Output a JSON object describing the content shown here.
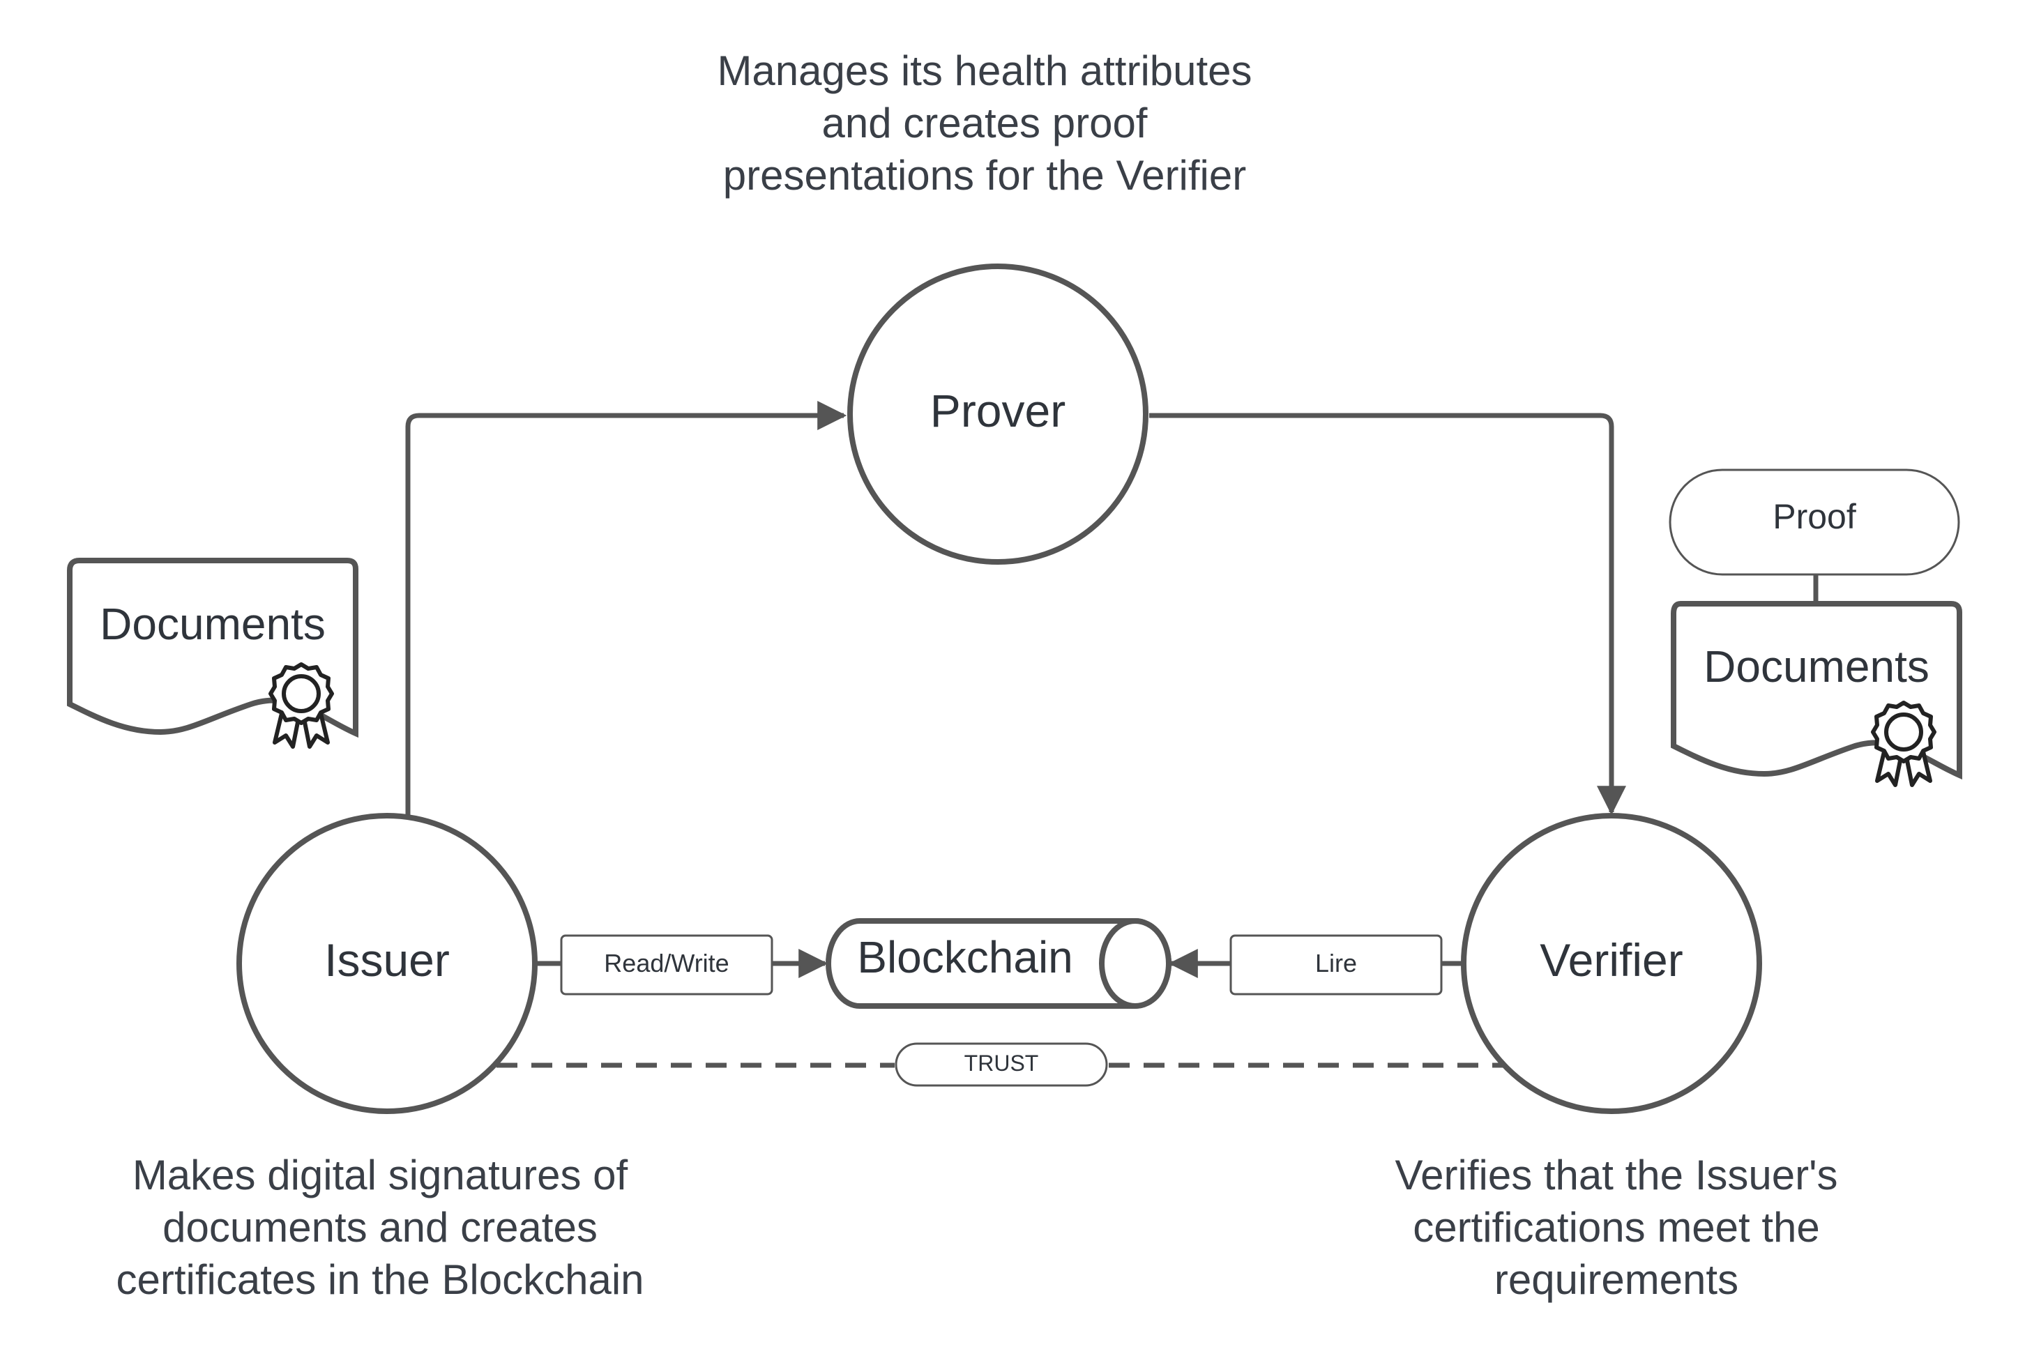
{
  "colors": {
    "stroke": "#555555",
    "text": "#2f343b",
    "background": "#ffffff"
  },
  "captions": {
    "prover": [
      "Manages its health attributes",
      "and creates proof",
      "presentations for the Verifier"
    ],
    "issuer": [
      "Makes digital signatures of",
      "documents and creates",
      "certificates in the Blockchain"
    ],
    "verifier": [
      "Verifies that the Issuer's",
      "certifications meet the",
      "requirements"
    ]
  },
  "nodes": {
    "prover": "Prover",
    "issuer": "Issuer",
    "verifier": "Verifier",
    "blockchain": "Blockchain"
  },
  "edge_labels": {
    "read_write": "Read/Write",
    "lire": "Lire",
    "trust": "TRUST"
  },
  "documents": {
    "left_label": "Documents",
    "right_label": "Documents",
    "proof_label": "Proof",
    "icon": "award-ribbon-icon"
  }
}
